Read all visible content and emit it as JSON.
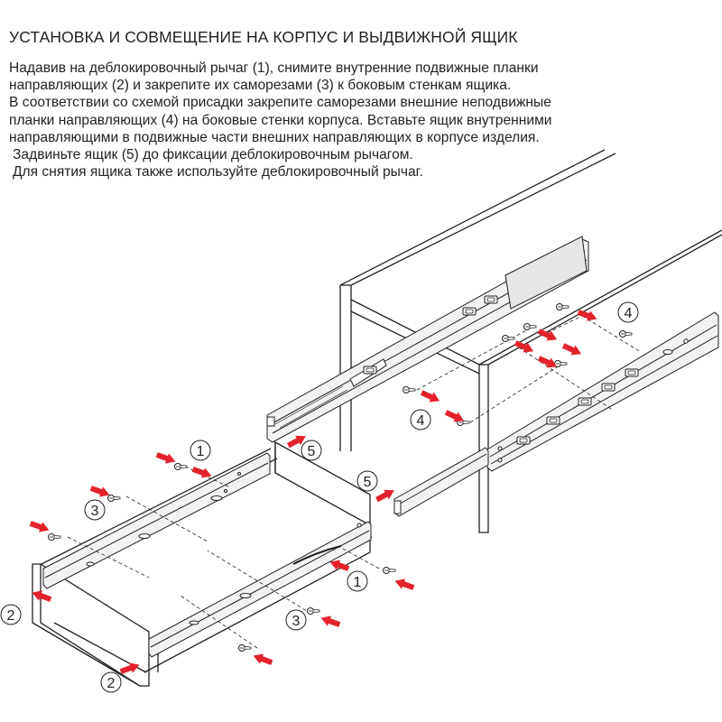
{
  "title": "УСТАНОВКА И СОВМЕЩЕНИЕ НА КОРПУС И ВЫДВИЖНОЙ ЯЩИК",
  "instructions": [
    "Надавив на деблокировочный рычаг (1), снимите внутренние подвижные планки",
    "направляющих (2) и закрепите их саморезами (3) к боковым стенкам ящика.",
    "В соответствии со схемой присадки закрепите саморезами внешние неподвижные",
    "планки направляющих (4) на боковые стенки корпуса.  Вставьте ящик внутренними",
    "направляющими в подвижные части внешних направляющих в корпусе изделия.",
    "Задвиньте ящик (5) до фиксации деблокировочным рычагом.",
    "Для снятия ящика также используйте деблокировочный рычаг."
  ],
  "callouts": {
    "n1": "1",
    "n2": "2",
    "n3": "3",
    "n4": "4",
    "n5": "5"
  },
  "colors": {
    "arrow": "#e3222b",
    "line": "#231f20",
    "rail_fill": "#f2f2f2"
  }
}
